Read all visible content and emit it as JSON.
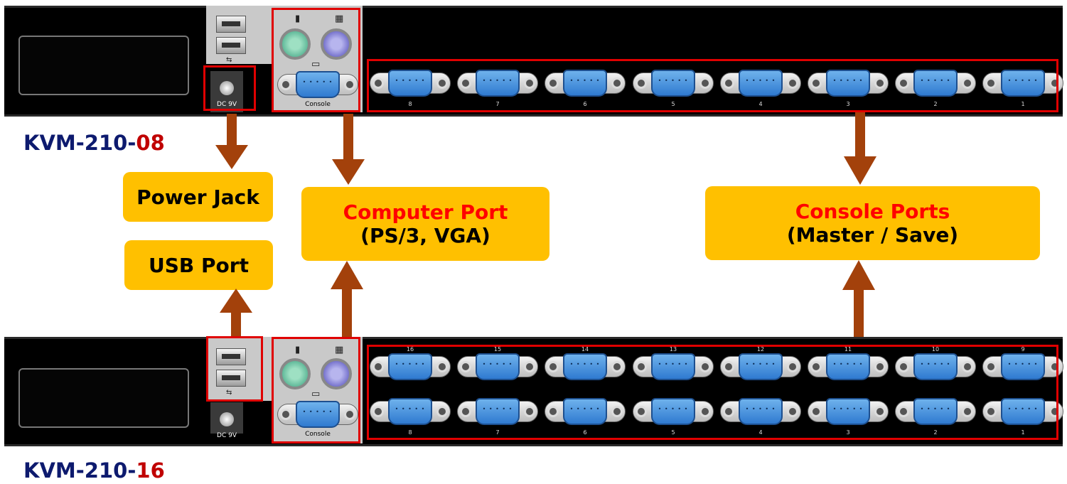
{
  "models": {
    "top": {
      "prefix": "KVM-210-",
      "suffix": "08"
    },
    "bottom": {
      "prefix": "KVM-210-",
      "suffix": "16"
    }
  },
  "labels": {
    "power_jack": "Power Jack",
    "usb_port": "USB Port",
    "computer_port_title": "Computer Port",
    "computer_port_sub": "(PS/3, VGA)",
    "console_ports_title": "Console Ports",
    "console_ports_sub": "(Master / Save)"
  },
  "panel_text": {
    "dc": "DC 9V",
    "console": "Console"
  },
  "top_ports": [
    "8",
    "7",
    "6",
    "5",
    "4",
    "3",
    "2",
    "1"
  ],
  "bottom_ports_upper": [
    "16",
    "15",
    "14",
    "13",
    "12",
    "11",
    "10",
    "9"
  ],
  "bottom_ports_lower": [
    "8",
    "7",
    "6",
    "5",
    "4",
    "3",
    "2",
    "1"
  ],
  "colors": {
    "label_fill": "#ffc000",
    "highlight": "#e00000",
    "arrow": "#a3410b",
    "model_text": "#0d1a6e",
    "model_suffix": "#c00000"
  }
}
